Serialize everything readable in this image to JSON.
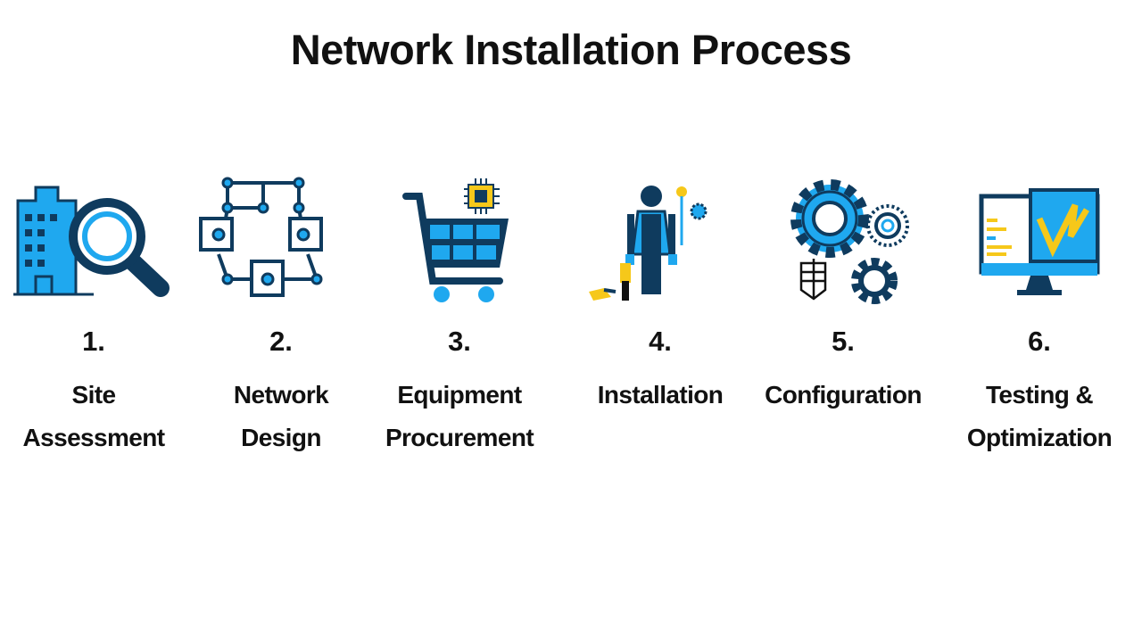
{
  "title": "Network Installation Process",
  "colors": {
    "navy": "#0f3b5e",
    "blue": "#1fa8ef",
    "yellow": "#f6c81a"
  },
  "steps": [
    {
      "number": "1.",
      "label": "Site\nAssessment",
      "icon": "building-magnifier-icon"
    },
    {
      "number": "2.",
      "label": "Network\nDesign",
      "icon": "network-diagram-icon"
    },
    {
      "number": "3.",
      "label": "Equipment\nProcurement",
      "icon": "shopping-cart-chip-icon"
    },
    {
      "number": "4.",
      "label": "Installation",
      "icon": "technician-icon"
    },
    {
      "number": "5.",
      "label": "Configuration",
      "icon": "gears-icon"
    },
    {
      "number": "6.",
      "label": "Testing &\nOptimization",
      "icon": "monitor-check-icon"
    }
  ]
}
